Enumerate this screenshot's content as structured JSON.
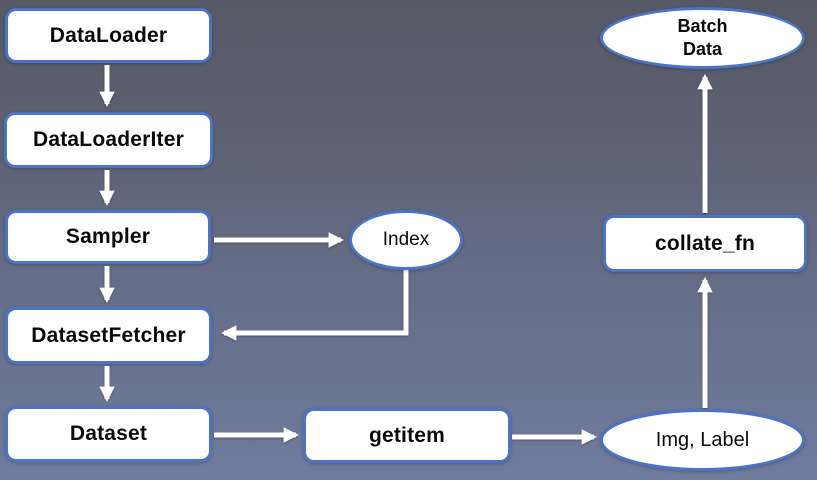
{
  "diagram": {
    "description": "PyTorch DataLoader pipeline flow diagram",
    "style": {
      "background_top": "#565965",
      "background_bottom": "#707c9e",
      "node_fill": "#ffffff",
      "node_border": "#4a74c8",
      "node_text": "#0a0a0a",
      "arrow_color": "#ffffff"
    },
    "nodes": {
      "dataloader": {
        "label": "DataLoader",
        "shape": "rect"
      },
      "dataloaderiter": {
        "label": "DataLoaderIter",
        "shape": "rect"
      },
      "sampler": {
        "label": "Sampler",
        "shape": "rect"
      },
      "index": {
        "label": "Index",
        "shape": "ellipse"
      },
      "datasetfetcher": {
        "label": "DatasetFetcher",
        "shape": "rect"
      },
      "dataset": {
        "label": "Dataset",
        "shape": "rect"
      },
      "getitem": {
        "label": "getitem",
        "shape": "rect"
      },
      "img_label": {
        "label": "Img, Label",
        "shape": "ellipse"
      },
      "collate_fn": {
        "label": "collate_fn",
        "shape": "rect"
      },
      "batch_data": {
        "lines": [
          "Batch",
          "Data"
        ],
        "shape": "ellipse"
      }
    },
    "edges": [
      {
        "from": "dataloader",
        "to": "dataloaderiter",
        "direction": "down"
      },
      {
        "from": "dataloaderiter",
        "to": "sampler",
        "direction": "down"
      },
      {
        "from": "sampler",
        "to": "index",
        "direction": "right"
      },
      {
        "from": "index",
        "to": "datasetfetcher",
        "direction": "down-then-left"
      },
      {
        "from": "sampler",
        "to": "datasetfetcher",
        "direction": "down"
      },
      {
        "from": "datasetfetcher",
        "to": "dataset",
        "direction": "down"
      },
      {
        "from": "dataset",
        "to": "getitem",
        "direction": "right"
      },
      {
        "from": "getitem",
        "to": "img_label",
        "direction": "right"
      },
      {
        "from": "img_label",
        "to": "collate_fn",
        "direction": "up"
      },
      {
        "from": "collate_fn",
        "to": "batch_data",
        "direction": "up"
      }
    ]
  }
}
